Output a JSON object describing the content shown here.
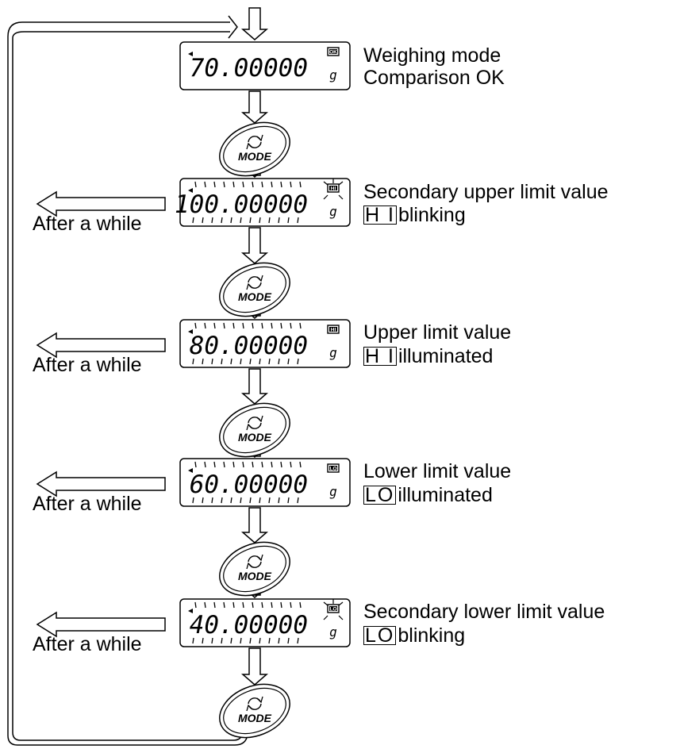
{
  "steps": [
    {
      "display": "70.00000",
      "unit": "g",
      "indicator": "OK",
      "indicator_state": "illuminated",
      "line1": "Weighing mode",
      "line2_prefix": "",
      "line2_text": "Comparison OK",
      "after_label": ""
    },
    {
      "display": "100.00000",
      "unit": "g",
      "indicator": "HI",
      "indicator_state": "blinking",
      "line1": "Secondary upper limit value",
      "line2_prefix": "H I",
      "line2_text": "blinking",
      "after_label": "After a while"
    },
    {
      "display": "80.00000",
      "unit": "g",
      "indicator": "HI",
      "indicator_state": "illuminated",
      "line1": "Upper limit value",
      "line2_prefix": "H I",
      "line2_text": "illuminated",
      "after_label": "After a while"
    },
    {
      "display": "60.00000",
      "unit": "g",
      "indicator": "LO",
      "indicator_state": "illuminated",
      "line1": "Lower limit value",
      "line2_prefix": "LO",
      "line2_text": "illuminated",
      "after_label": "After a while"
    },
    {
      "display": "40.00000",
      "unit": "g",
      "indicator": "LO",
      "indicator_state": "blinking",
      "line1": "Secondary lower limit value",
      "line2_prefix": "LO",
      "line2_text": "blinking",
      "after_label": "After a while"
    }
  ],
  "mode_key_label": "MODE",
  "icons": {
    "mode_key": "cycle-arrows-icon",
    "flow": "hollow-arrow-icon",
    "stable": "triangle-mark-icon"
  }
}
